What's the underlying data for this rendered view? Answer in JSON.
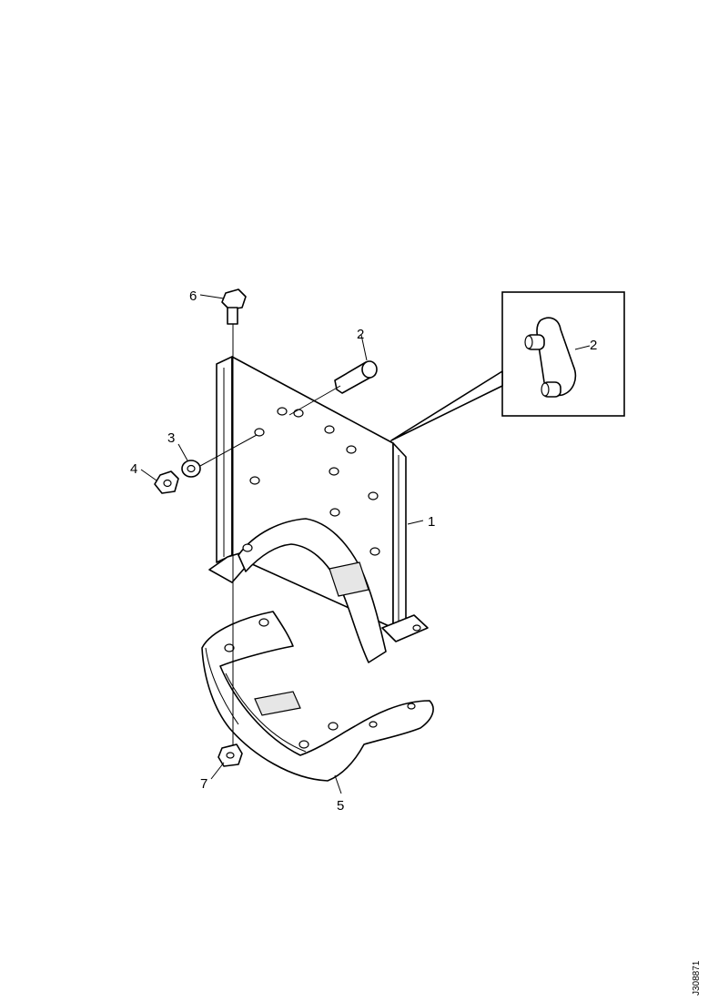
{
  "diagram": {
    "callouts": [
      {
        "id": "1",
        "label": "1"
      },
      {
        "id": "2",
        "label": "2"
      },
      {
        "id": "3",
        "label": "3"
      },
      {
        "id": "4",
        "label": "4"
      },
      {
        "id": "5",
        "label": "5"
      },
      {
        "id": "6",
        "label": "6"
      },
      {
        "id": "7",
        "label": "7"
      },
      {
        "id": "2-inset",
        "label": "2"
      }
    ],
    "reference_code": "J308871"
  }
}
